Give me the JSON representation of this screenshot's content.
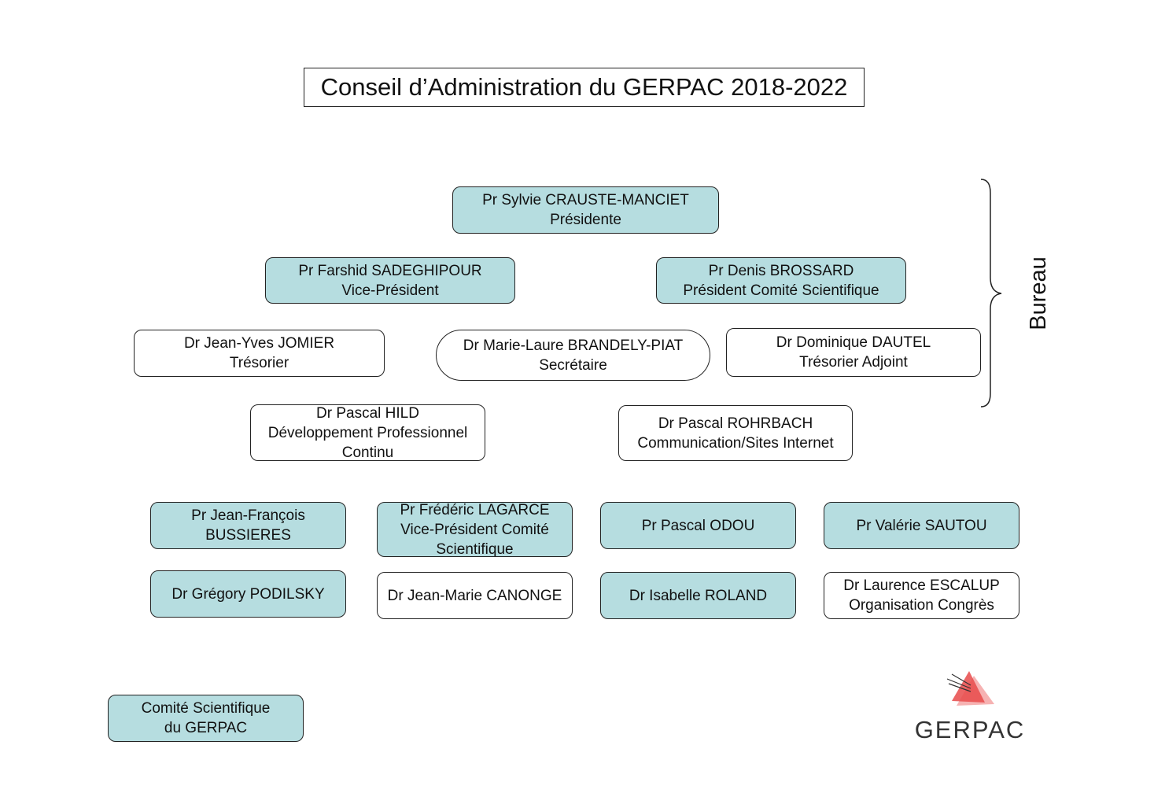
{
  "title": "Conseil d’Administration du GERPAC 2018-2022",
  "bureau_label": "Bureau",
  "logo": {
    "text": "GERPAC",
    "icon": "gerpac-triangle-logo-icon",
    "colors": {
      "primary": "#e84a4a",
      "secondary": "#f4a4a4",
      "text": "#333333"
    }
  },
  "colors": {
    "teal_fill": "#b6dde0",
    "white_fill": "#ffffff",
    "border": "#222222"
  },
  "bureau": {
    "president": {
      "name": "Pr Sylvie CRAUSTE-MANCIET",
      "role": "Présidente"
    },
    "vice_president": {
      "name": "Pr Farshid SADEGHIPOUR",
      "role": "Vice-Président"
    },
    "scientific_president": {
      "name": "Pr Denis BROSSARD",
      "role": "Président Comité Scientifique"
    },
    "treasurer": {
      "name": "Dr Jean-Yves JOMIER",
      "role": "Trésorier"
    },
    "secretary": {
      "name": "Dr Marie-Laure BRANDELY-PIAT",
      "role": "Secrétaire"
    },
    "deputy_treasurer": {
      "name": "Dr Dominique DAUTEL",
      "role": "Trésorier Adjoint"
    },
    "dpc": {
      "name": "Dr Pascal HILD",
      "role_line1": "Développement Professionnel",
      "role_line2": "Continu"
    },
    "communication": {
      "name": "Dr Pascal ROHRBACH",
      "role": "Communication/Sites Internet"
    }
  },
  "members": {
    "bussieres": {
      "line1": "Pr Jean-François",
      "line2": "BUSSIERES"
    },
    "lagarce": {
      "line1": "Pr Frédéric LAGARCE",
      "line2": "Vice-Président Comité",
      "line3": "Scientifique"
    },
    "odou": {
      "name": "Pr Pascal ODOU"
    },
    "sautou": {
      "name": "Pr Valérie SAUTOU"
    },
    "podilsky": {
      "name": "Dr Grégory PODILSKY"
    },
    "canonge": {
      "name": "Dr Jean-Marie CANONGE"
    },
    "roland": {
      "name": "Dr Isabelle ROLAND"
    },
    "escalup": {
      "name": "Dr Laurence ESCALUP",
      "role": "Organisation Congrès"
    }
  },
  "legend": {
    "line1": "Comité Scientifique",
    "line2": "du GERPAC"
  }
}
